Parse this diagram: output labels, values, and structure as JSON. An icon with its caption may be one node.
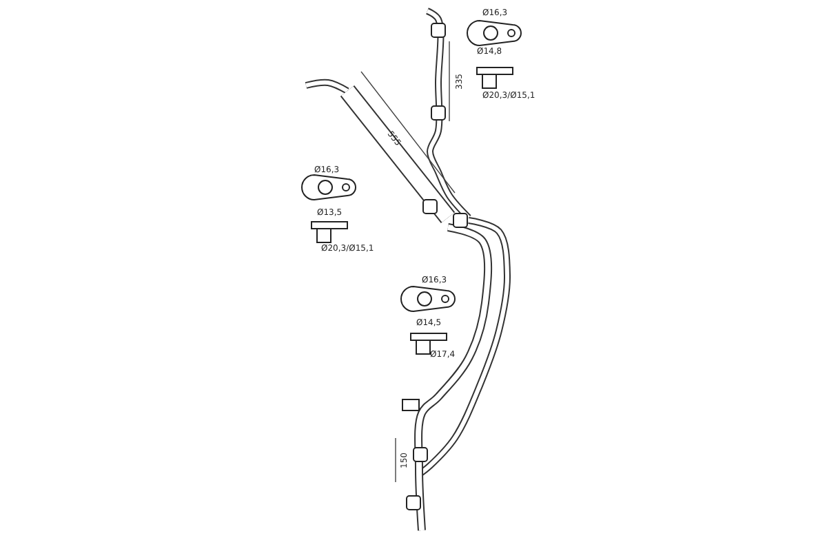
{
  "diagram": {
    "labels": [
      "Ø16,3",
      "Ø14,8",
      "Ø20,3/Ø15,1",
      "335",
      "555",
      "Ø16,3",
      "Ø13,5",
      "Ø20,3/Ø15,1",
      "Ø16,3",
      "Ø14,5",
      "Ø17,4",
      "150"
    ]
  }
}
